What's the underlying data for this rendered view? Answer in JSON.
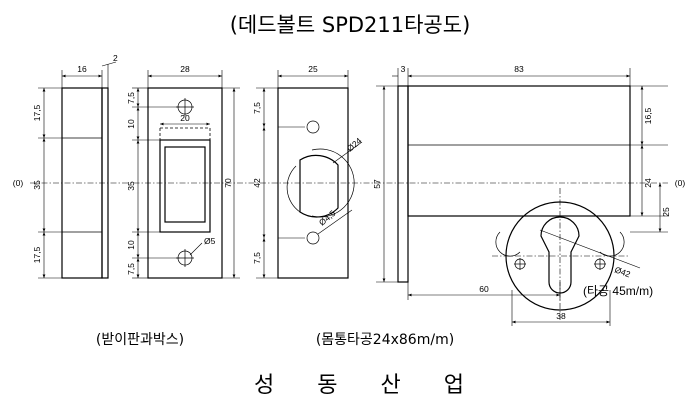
{
  "title": "(데드볼트 SPD211타공도)",
  "company": "성 동 산 업",
  "captions": {
    "strike_box": "(받이판과박스)",
    "body_cutout": "(몸통타공24x86m/m)",
    "cylinder_hole": "(타공 45m/m)"
  },
  "center_marks": {
    "left": "(0)",
    "right": "(0)"
  },
  "view1": {
    "d_16": "16",
    "d_2": "2",
    "d_17_5_top": "17,5",
    "d_35": "35",
    "d_17_5_bot": "17,5"
  },
  "view2": {
    "d_28": "28",
    "d_20": "20",
    "d_7_5_top": "7,5",
    "d_10_top": "10",
    "d_35": "35",
    "d_10_bot": "10",
    "d_7_5_bot": "7,5",
    "d_70": "70",
    "d_phi5": "Ø5"
  },
  "view3": {
    "d_25": "25",
    "d_7_5_top": "7,5",
    "d_42": "42",
    "d_7_5_bot": "7,5",
    "d_phi24": "Ø24",
    "d_phi4_5": "Ø4,5"
  },
  "view4": {
    "d_3": "3",
    "d_83": "83",
    "d_57": "57",
    "d_16_5": "16,5",
    "d_24": "24",
    "d_25": "25",
    "d_phi42": "Ø42",
    "d_60": "60",
    "d_38": "38"
  }
}
